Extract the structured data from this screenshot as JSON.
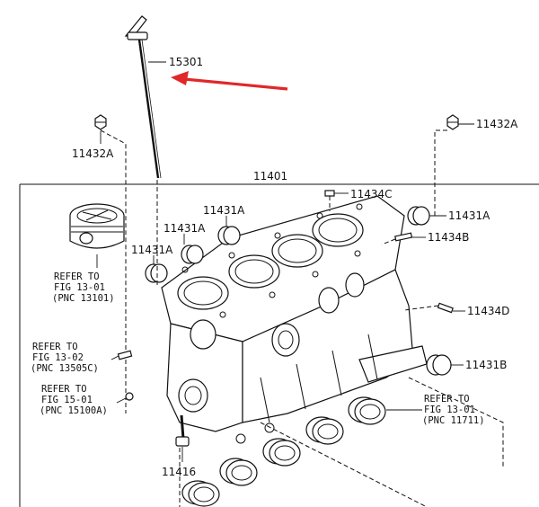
{
  "labels": {
    "dipstick": "15301",
    "block": "11401",
    "nut_top_left": "11432A",
    "nut_top_right": "11432A",
    "bolt_c": "11434C",
    "plug_a1": "11431A",
    "plug_a2": "11431A",
    "plug_a3": "11431A",
    "plug_a4": "11431A",
    "pin_b": "11434B",
    "pin_d": "11434D",
    "plug_b": "11431B",
    "bolt_11416": "11416"
  },
  "references": {
    "piston": {
      "line1": "REFER TO",
      "line2": "FIG 13-01",
      "line3": "(PNC 13101)"
    },
    "fig_13_02": {
      "line1": "REFER TO",
      "line2": "FIG 13-02",
      "line3": "(PNC 13505C)"
    },
    "fig_15_01": {
      "line1": "REFER TO",
      "line2": "FIG 15-01",
      "line3": "(PNC 15100A)"
    },
    "bearing": {
      "line1": "REFER TO",
      "line2": "FIG 13-01",
      "line3": "(PNC 11711)"
    }
  },
  "colors": {
    "arrow": "#e0282a",
    "ink": "#111111"
  },
  "icons": {
    "arrow": "red-arrow-icon"
  }
}
